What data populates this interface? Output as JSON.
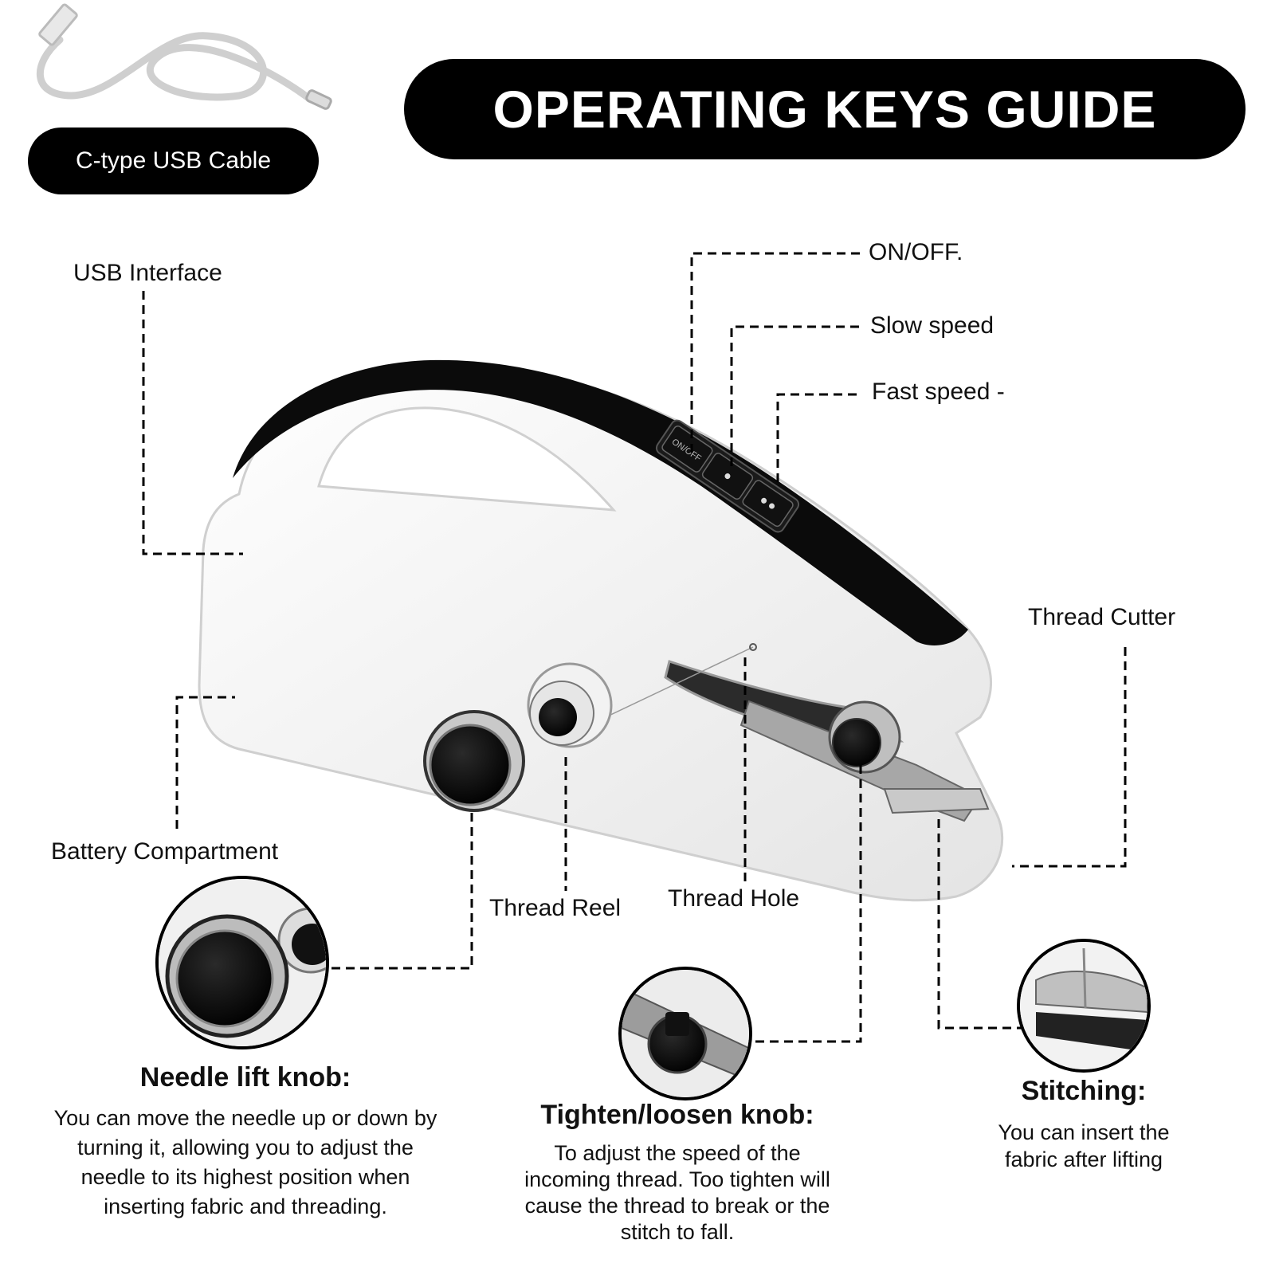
{
  "header": {
    "title": "OPERATING KEYS GUIDE"
  },
  "accessory": {
    "cable_label": "C-type USB Cable"
  },
  "callouts": {
    "usb_interface": "USB Interface",
    "on_off": "ON/OFF.",
    "slow_speed": "Slow speed",
    "fast_speed": "Fast speed -",
    "thread_cutter": "Thread Cutter",
    "battery_compartment": "Battery Compartment",
    "thread_reel": "Thread Reel",
    "thread_hole": "Thread Hole"
  },
  "device": {
    "button_label": "ON/OFF"
  },
  "features": {
    "needle_lift": {
      "title": "Needle lift knob:",
      "description": "You can move the needle up or down by turning it, allowing you to adjust the needle to its highest position when inserting fabric and threading."
    },
    "tighten_loosen": {
      "title": "Tighten/loosen knob:",
      "description": "To adjust the speed of the incoming thread. Too tighten will cause the thread to break or the stitch to fall."
    },
    "stitching": {
      "title": "Stitching:",
      "description": "You can insert the fabric after lifting"
    }
  },
  "colors": {
    "accent": "#000000",
    "body": "#f4f4f4",
    "metal": "#9a9a9a"
  }
}
